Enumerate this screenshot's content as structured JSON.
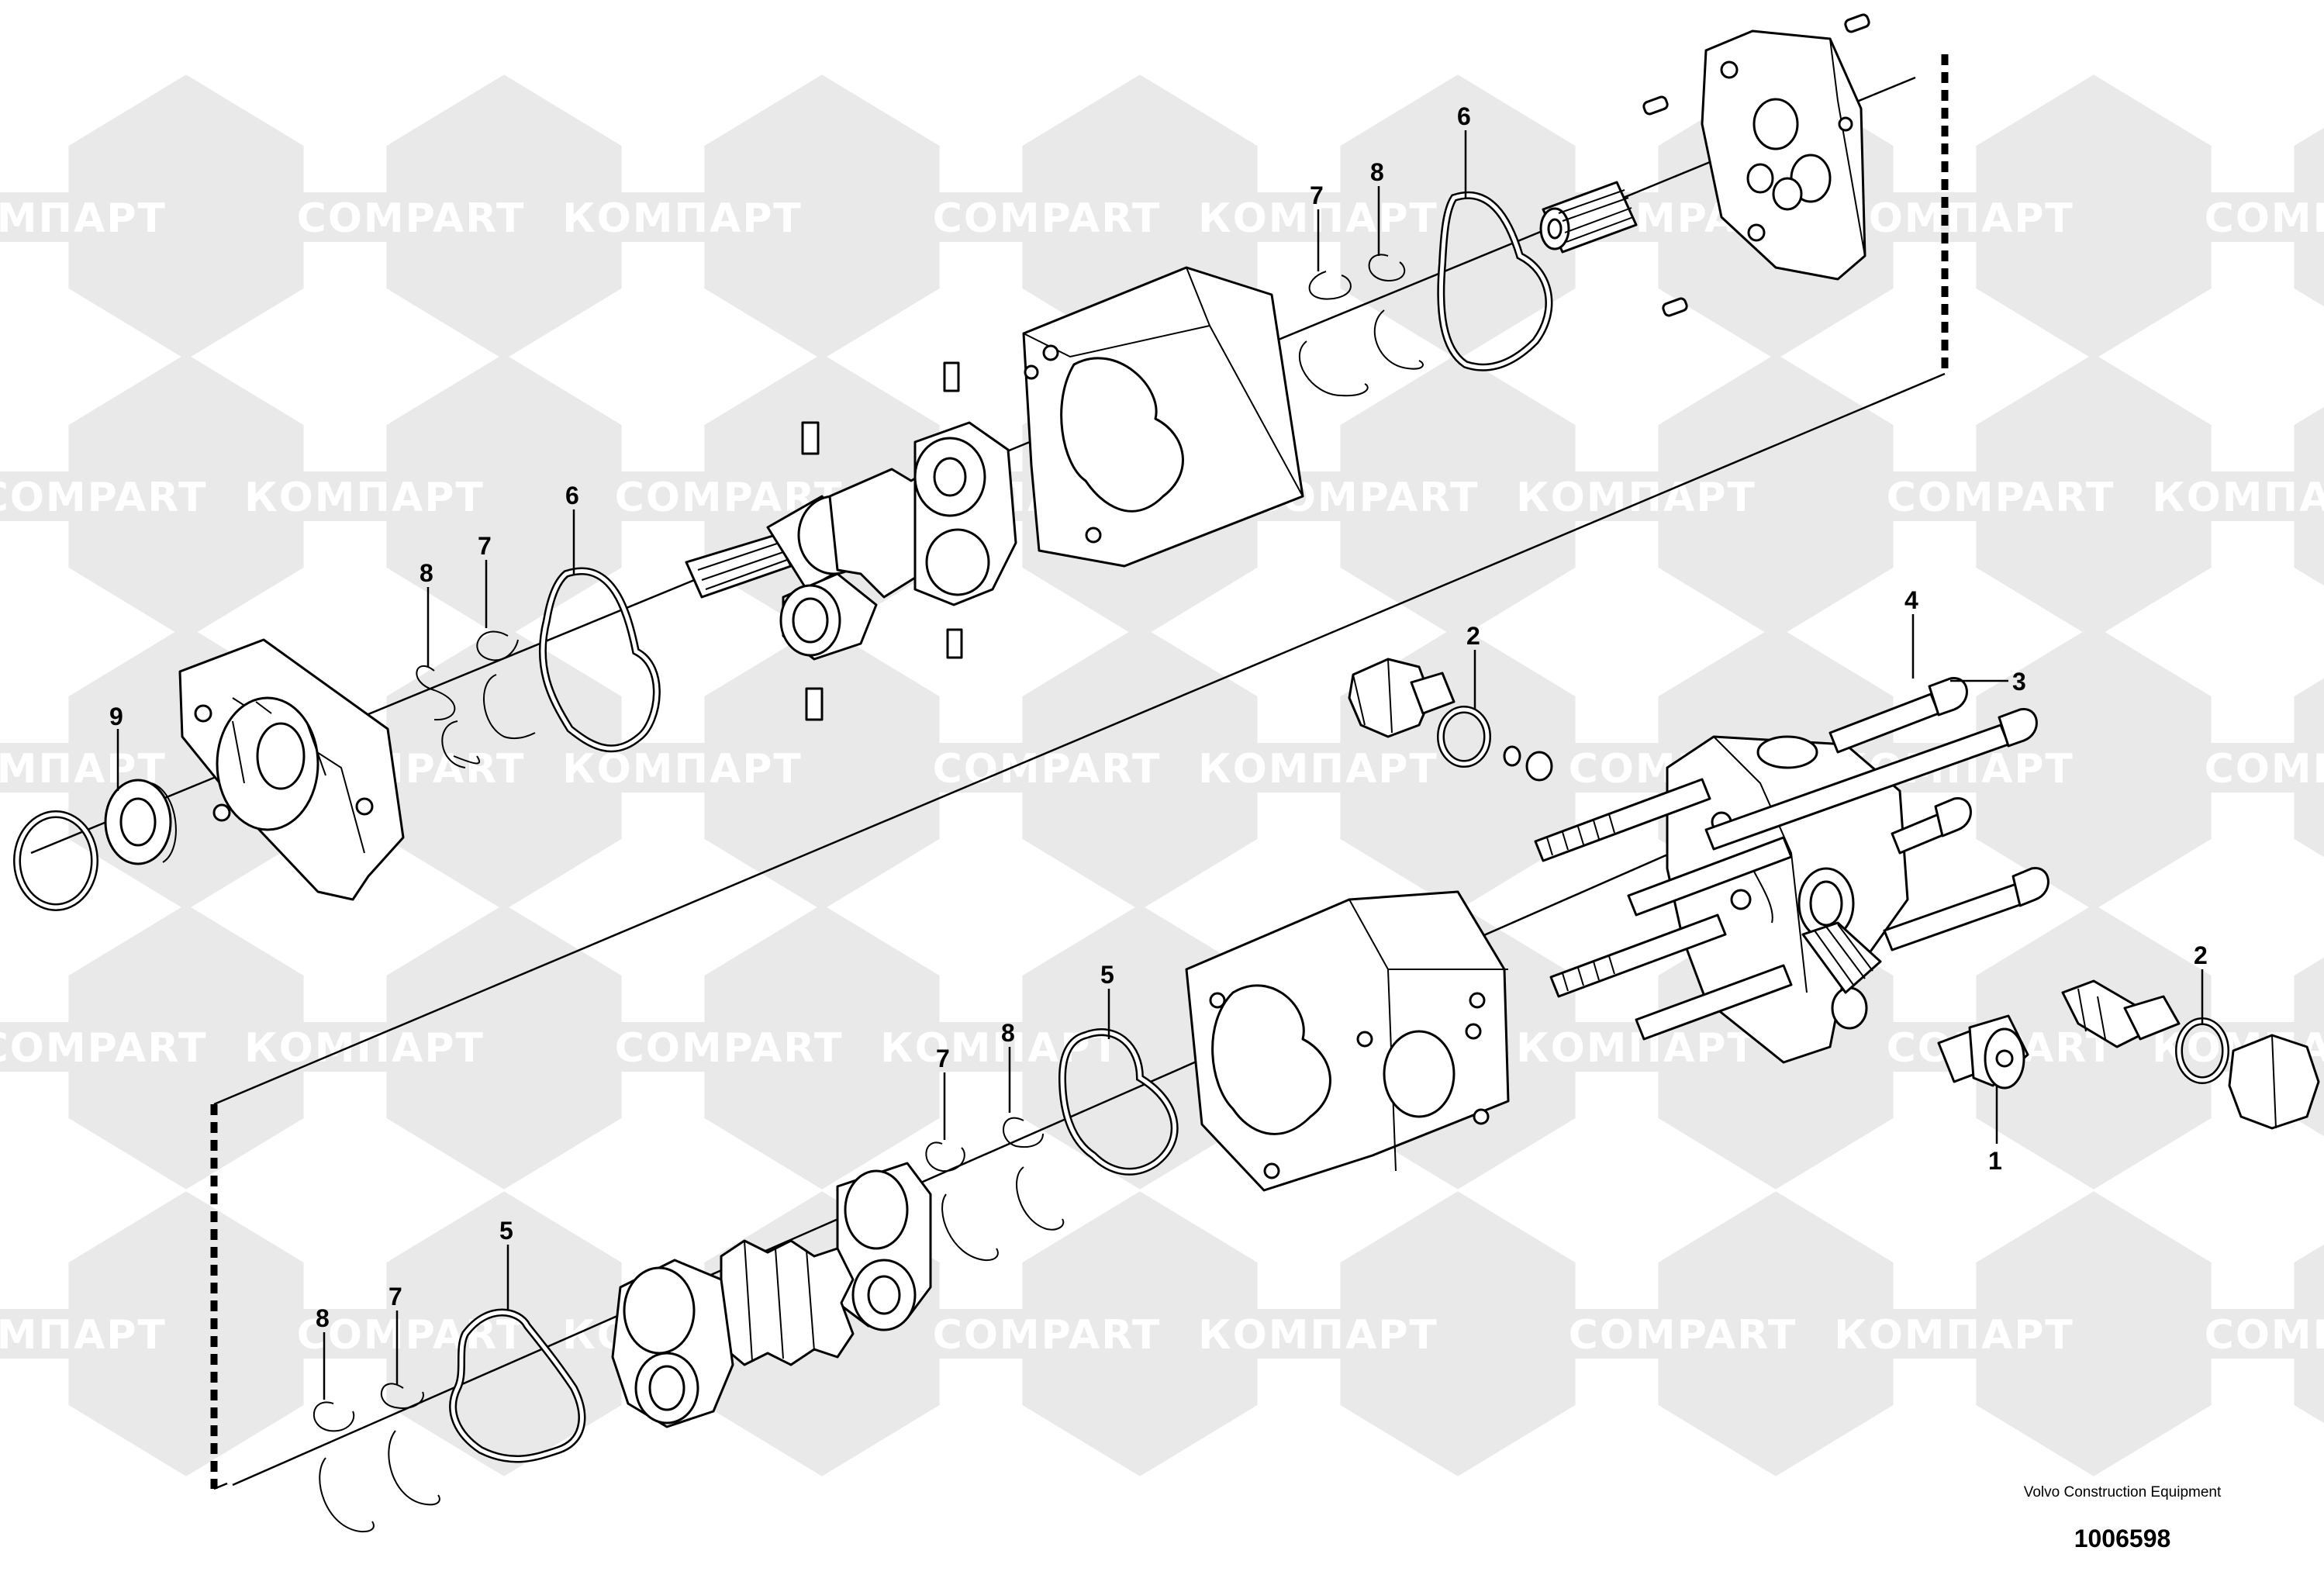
{
  "watermark": {
    "latin": "COMPART",
    "cyrillic": "КОМПАРТ",
    "shade_color": "#e9e9e9"
  },
  "callouts": {
    "c1": "1",
    "c2": "2",
    "c3": "3",
    "c4": "4",
    "c5": "5",
    "c6": "6",
    "c7": "7",
    "c8": "8",
    "c9": "9"
  },
  "footer": {
    "company": "Volvo Construction Equipment",
    "number": "1006598"
  }
}
